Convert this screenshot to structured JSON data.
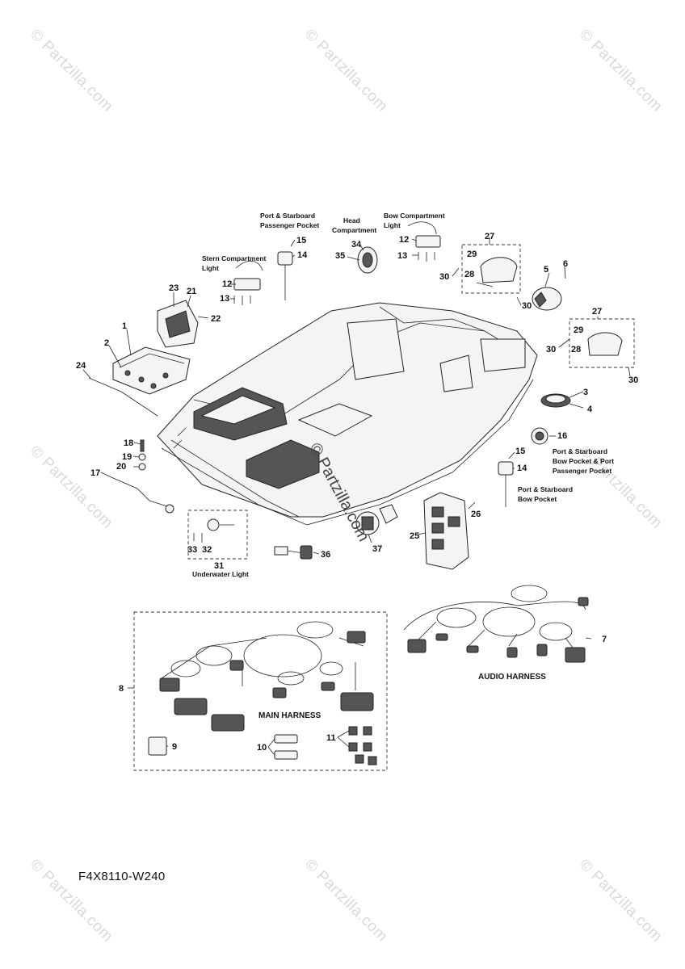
{
  "watermark": "© Partzilla.com",
  "center_watermark": "© Partzilla.com",
  "diagram_code": "F4X8110-W240",
  "callouts": {
    "c1": "1",
    "c2": "2",
    "c3": "3",
    "c4": "4",
    "c5": "5",
    "c6": "6",
    "c7": "7",
    "c8": "8",
    "c9": "9",
    "c10": "10",
    "c11": "11",
    "c12a": "12",
    "c12b": "12",
    "c13a": "13",
    "c13b": "13",
    "c14a": "14",
    "c14b": "14",
    "c15a": "15",
    "c15b": "15",
    "c16": "16",
    "c17": "17",
    "c18": "18",
    "c19": "19",
    "c20": "20",
    "c21": "21",
    "c22": "22",
    "c23": "23",
    "c24": "24",
    "c25": "25",
    "c26": "26",
    "c27a": "27",
    "c27b": "27",
    "c28a": "28",
    "c28b": "28",
    "c29a": "29",
    "c29b": "29",
    "c30a": "30",
    "c30b": "30",
    "c30c": "30",
    "c30d": "30",
    "c31": "31",
    "c32": "32",
    "c33": "33",
    "c34": "34",
    "c35": "35",
    "c36": "36",
    "c37": "37"
  },
  "labels": {
    "passenger_pocket": [
      "Port & Starboard",
      "Passenger Pocket"
    ],
    "head_compartment": [
      "Head",
      "Compartment"
    ],
    "bow_compartment_light": [
      "Bow Compartment",
      "Light"
    ],
    "stern_compartment_light": [
      "Stern Compartment",
      "Light"
    ],
    "bow_pocket_port": [
      "Port & Starboard",
      "Bow Pocket & Port",
      "Passenger Pocket"
    ],
    "bow_pocket": [
      "Port & Starboard",
      "Bow Pocket"
    ],
    "underwater_light": "Underwater Light",
    "main_harness": "MAIN HARNESS",
    "audio_harness": "AUDIO HARNESS"
  }
}
